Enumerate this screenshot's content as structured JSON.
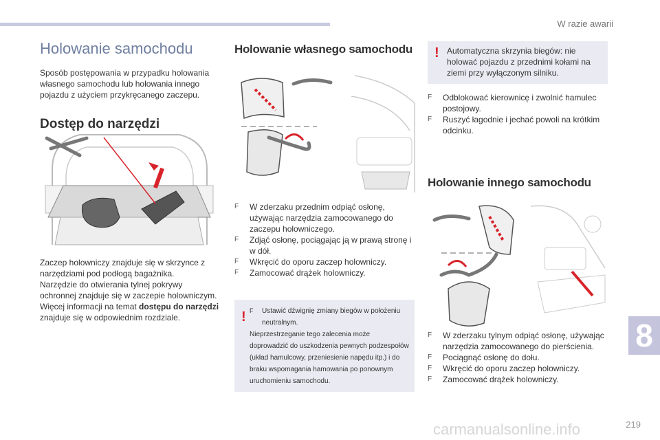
{
  "header": {
    "section": "W razie awarii",
    "chapter": "8",
    "page": "219"
  },
  "watermark": "carmanualsonline.info",
  "left": {
    "title": "Holowanie samochodu",
    "intro": "Sposób postępowania w przypadku holowania własnego samochodu lub holowania innego pojazdu z użyciem przykręcanego zaczepu.",
    "tools_heading": "Dostęp do narzędzi",
    "tools_text_1": "Zaczep holowniczy znajduje się w skrzynce z narzędziami pod podłogą bagażnika.",
    "tools_text_2": "Narzędzie do otwierania tylnej pokrywy ochronnej znajduje się w zaczepie holowniczym.",
    "tools_text_3a": "Więcej informacji na temat ",
    "tools_text_3b": "dostępu do narzędzi",
    "tools_text_3c": " znajduje się w odpowiednim rozdziale."
  },
  "middle": {
    "heading": "Holowanie własnego samochodu",
    "steps": [
      "W zderzaku przednim odpiąć osłonę, używając narzędzia zamocowanego do zaczepu holowniczego.",
      "Zdjąć osłonę, pociągając ją w prawą stronę i w dół.",
      "Wkręcić do oporu zaczep holowniczy.",
      "Zamocować drążek holowniczy."
    ],
    "warning_bullet": "Ustawić dźwignię zmiany biegów w położeniu neutralnym.",
    "warning_text": "Nieprzestrzeganie tego zalecenia może doprowadzić do uszkodzenia pewnych podzespołów (układ hamulcowy, przeniesienie napędu itp.) i do braku wspomagania hamowania po ponownym uruchomieniu samochodu."
  },
  "right": {
    "warning": "Automatyczna skrzynia biegów: nie holować pojazdu z przednimi kołami na ziemi przy wyłączonym silniku.",
    "steps": [
      "Odblokować kierownicę i zwolnić hamulec postojowy.",
      "Ruszyć łagodnie i jechać powoli na krótkim odcinku."
    ],
    "heading": "Holowanie innego samochodu",
    "steps2": [
      "W zderzaku tylnym odpiąć osłonę, używając narzędzia zamocowanego do pierścienia.",
      "Pociągnąć osłonę do dołu.",
      "Wkręcić do oporu zaczep holowniczy.",
      "Zamocować drążek holowniczy."
    ]
  },
  "bullet_marker": "F",
  "colors": {
    "accent_red": "#d8232a",
    "title_blue": "#6f7fa0",
    "tab": "#c4c5dc",
    "warn_bg": "#eaeaf2"
  }
}
